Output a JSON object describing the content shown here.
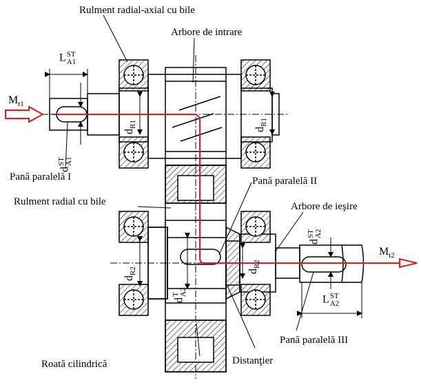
{
  "labels": {
    "bearing_axial": "Rulment radial-axial cu bile",
    "input_shaft": "Arbore de intrare",
    "key1": "Pană paralelă I",
    "key2": "Pană paralelă II",
    "bearing_radial": "Rulment radial cu bile",
    "output_shaft": "Arbore de ieşire",
    "gear": "Roată cilindrică",
    "spacer": "Distanţier",
    "key3": "Pană paralelă III"
  },
  "symbols": {
    "mt1": {
      "base": "M",
      "sub": "t1"
    },
    "mt2": {
      "base": "M",
      "sub": "t2"
    },
    "la1": {
      "base": "L",
      "sup": "ST",
      "sub": "A1"
    },
    "la2": {
      "base": "L",
      "sup": "ST",
      "sub": "A2"
    },
    "da1": {
      "base": "d",
      "sup": "ST",
      "sub": "A1"
    },
    "da2_out": {
      "base": "d",
      "sup": "ST",
      "sub": "A2"
    },
    "da2_gear": {
      "base": "d",
      "sup": "T",
      "sub": "A2"
    },
    "dr1_left": {
      "base": "d",
      "sub": "R1"
    },
    "dr1_right": {
      "base": "d",
      "sub": "R1"
    },
    "dr2_left": {
      "base": "d",
      "sub": "R2"
    },
    "dr2_right": {
      "base": "d",
      "sub": "R2"
    }
  },
  "colors": {
    "torque_path": "#d42020",
    "line": "#000000",
    "background": "#ffffff"
  }
}
